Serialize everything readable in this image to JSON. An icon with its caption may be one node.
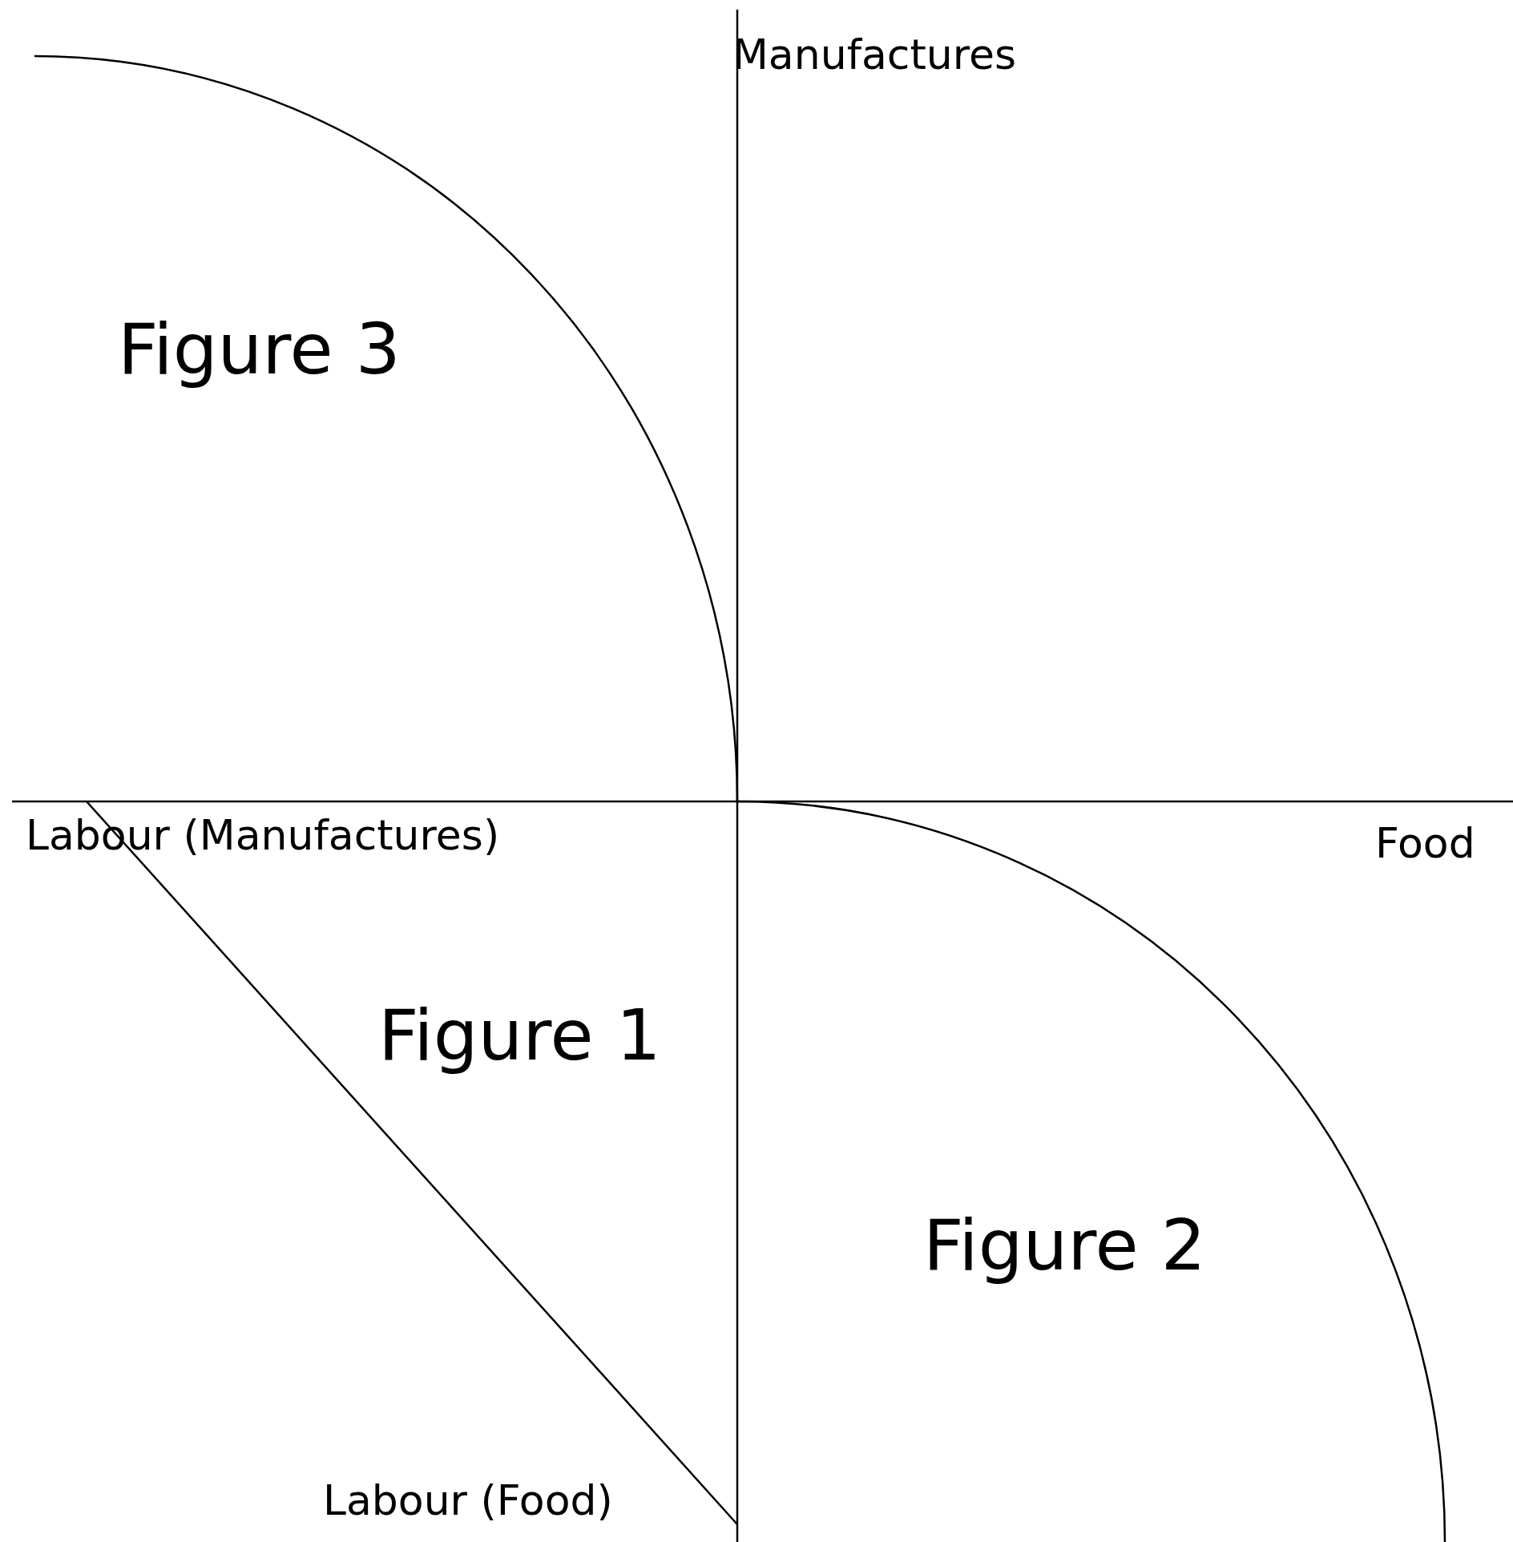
{
  "diagram": {
    "labels": [
      "Manufactures",
      "Figure 3",
      "Labour (Manufactures)",
      "Food",
      "Figure 1",
      "Figure 2",
      "Labour (Food)"
    ]
  }
}
